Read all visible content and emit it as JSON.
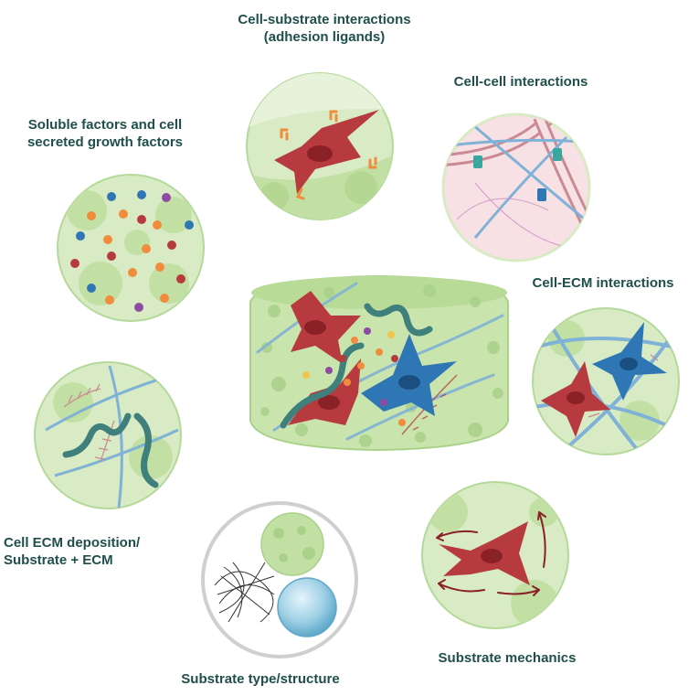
{
  "labels": {
    "cell_substrate_line1": "Cell-substrate interactions",
    "cell_substrate_line2": "(adhesion ligands)",
    "cell_cell": "Cell-cell interactions",
    "soluble_line1": "Soluble factors and cell",
    "soluble_line2": "secreted growth factors",
    "cell_ecm": "Cell-ECM interactions",
    "ecm_deposition_line1": "Cell ECM deposition/",
    "ecm_deposition_line2": "Substrate + ECM",
    "substrate_type": "Substrate type/structure",
    "substrate_mechanics": "Substrate mechanics"
  },
  "colors": {
    "label_text": "#1f4f4b",
    "scaffold_green": "#c9e4ad",
    "scaffold_green_dark": "#a9d18a",
    "panel_green": "#d8ebc4",
    "cell_red": "#b73a3f",
    "cell_blue": "#2f77b4",
    "fiber_blue": "#7fb2d6",
    "ecm_teal": "#3f7f7c",
    "ligand_orange": "#f08c3c",
    "pink_bg": "#f7e1e5"
  },
  "icons": {
    "center": "3d-scaffold-with-cells",
    "adhesion": "cell-adhesion-ligand-icon",
    "cell_cell": "cell-junction-icon",
    "soluble": "growth-factor-particles-icon",
    "cell_ecm": "cell-ecm-fibers-icon",
    "ecm_deposition": "ecm-deposition-icon",
    "substrate_type": "substrate-structure-icon",
    "mechanics": "substrate-mechanics-icon"
  }
}
